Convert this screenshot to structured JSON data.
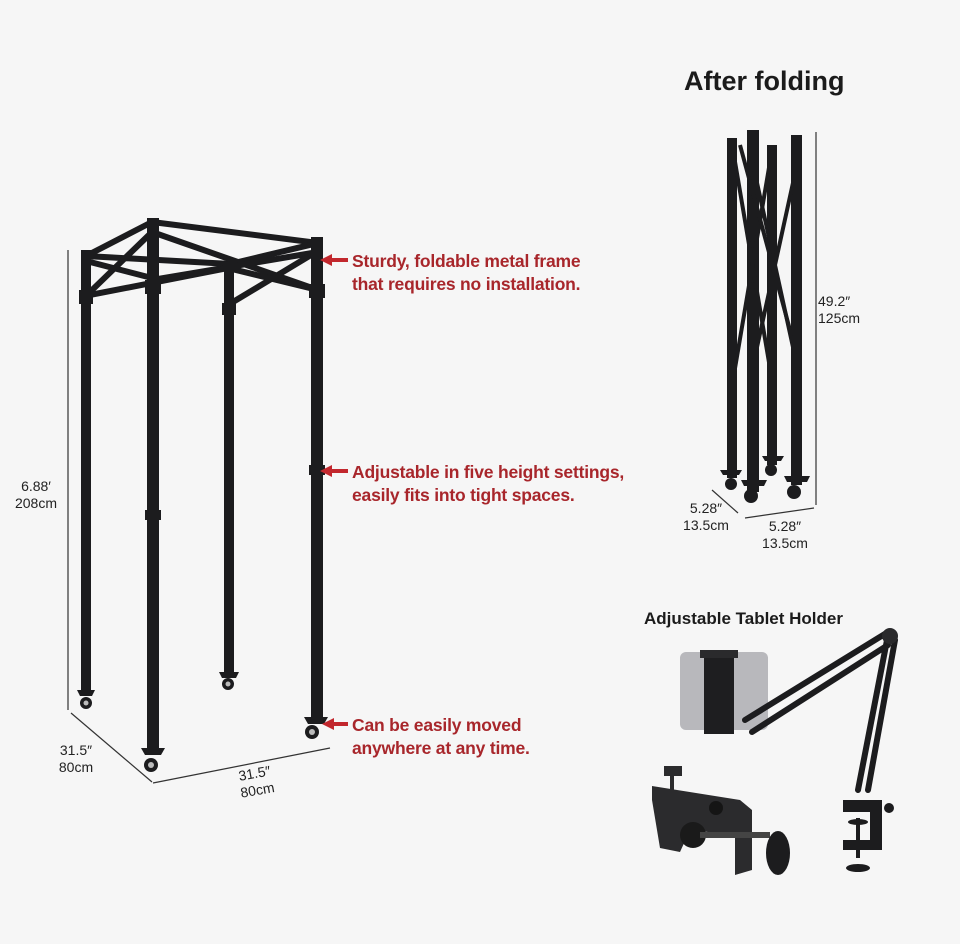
{
  "main_frame": {
    "name": "Foldable metal frame (unfolded)",
    "height_dimension": {
      "imperial": "6.88′",
      "metric": "208cm"
    },
    "depth_dimension": {
      "imperial": "31.5″",
      "metric": "80cm"
    },
    "width_dimension": {
      "imperial": "31.5″",
      "metric": "80cm"
    },
    "callouts": [
      {
        "line1": "Sturdy, foldable metal frame",
        "line2": "that requires no installation."
      },
      {
        "line1": "Adjustable in five height settings,",
        "line2": "easily fits into tight spaces."
      },
      {
        "line1": "Can be easily moved",
        "line2": "anywhere at any time."
      }
    ]
  },
  "folded": {
    "title": "After folding",
    "height_dimension": {
      "imperial": "49.2″",
      "metric": "125cm"
    },
    "depth_dimension": {
      "imperial": "5.28″",
      "metric": "13.5cm"
    },
    "width_dimension": {
      "imperial": "5.28″",
      "metric": "13.5cm"
    }
  },
  "tablet_holder": {
    "title": "Adjustable Tablet Holder"
  },
  "colors": {
    "background": "#f6f6f6",
    "callout_red": "#a8262b",
    "frame_black": "#1c1c1e",
    "text_dark": "#1b1b1b"
  }
}
